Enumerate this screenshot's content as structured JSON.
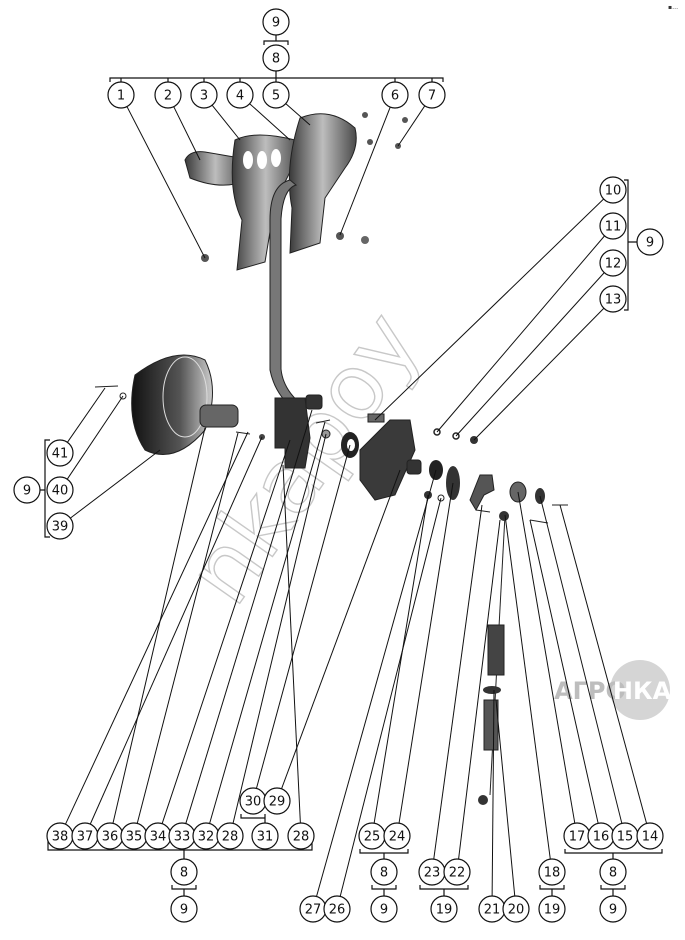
{
  "diagram_title": "",
  "callouts": [
    "9",
    "8",
    "1",
    "2",
    "3",
    "4",
    "5",
    "6",
    "7",
    "10",
    "11",
    "12",
    "13",
    "9",
    "41",
    "40",
    "39",
    "9",
    "38",
    "37",
    "36",
    "35",
    "34",
    "33",
    "32",
    "28",
    "30",
    "29",
    "31",
    "28",
    "8",
    "9",
    "25",
    "24",
    "8",
    "9",
    "27",
    "26",
    "23",
    "22",
    "19",
    "21",
    "20",
    "18",
    "19",
    "17",
    "16",
    "15",
    "14",
    "8",
    "9"
  ],
  "watermarks": {
    "diagonal": "nkapoy",
    "logo": "АГРОНКА"
  },
  "corner_mark": "▪…",
  "colors": {
    "line": "#111111",
    "part_dark": "#2a2a2a",
    "part_mid": "#6b6b6b",
    "part_light": "#b5b5b5",
    "watermark": "#c8c8c8"
  }
}
